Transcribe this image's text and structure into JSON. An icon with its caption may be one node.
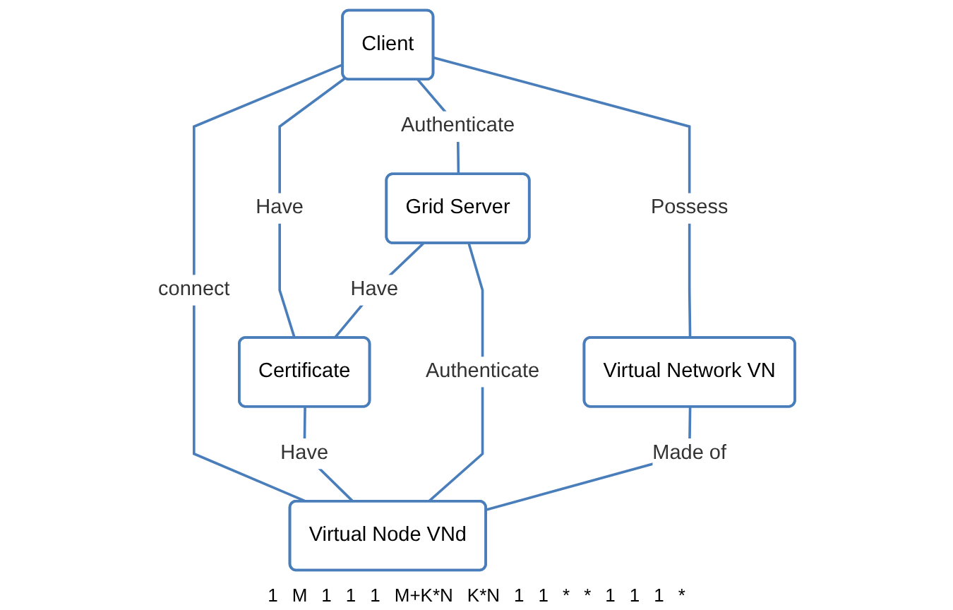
{
  "diagram": {
    "nodes": [
      {
        "text": [
          "Client"
        ]
      },
      {
        "text": [
          "Grid Server"
        ]
      },
      {
        "text": [
          "Certificate"
        ]
      },
      {
        "text": [
          "Virtual Network VN"
        ]
      },
      {
        "text": [
          "Virtual Node VNd"
        ]
      }
    ],
    "edges": [
      {
        "from": 0,
        "to": 1,
        "arrow": "none",
        "label": "Authenticate"
      },
      {
        "from": 0,
        "to": 2,
        "arrow": "none",
        "label": "Have"
      },
      {
        "from": 1,
        "to": 2,
        "arrow": "none",
        "label": "Have"
      },
      {
        "from": 0,
        "to": 3,
        "arrow": "none",
        "label": "Possess"
      },
      {
        "from": 0,
        "to": 4,
        "arrow": "none",
        "label": "connect"
      },
      {
        "from": 2,
        "to": 4,
        "arrow": "none",
        "label": "Have"
      },
      {
        "from": 1,
        "to": 4,
        "arrow": "none",
        "label": "Authenticate"
      },
      {
        "from": 3,
        "to": 4,
        "arrow": "none",
        "label": "Made of"
      }
    ],
    "labels": [
      "1",
      "M",
      "1",
      "1",
      "1",
      "M+K*N",
      "K*N",
      "1",
      "1",
      "*",
      "*",
      "1",
      "1",
      "1",
      "*"
    ]
  }
}
